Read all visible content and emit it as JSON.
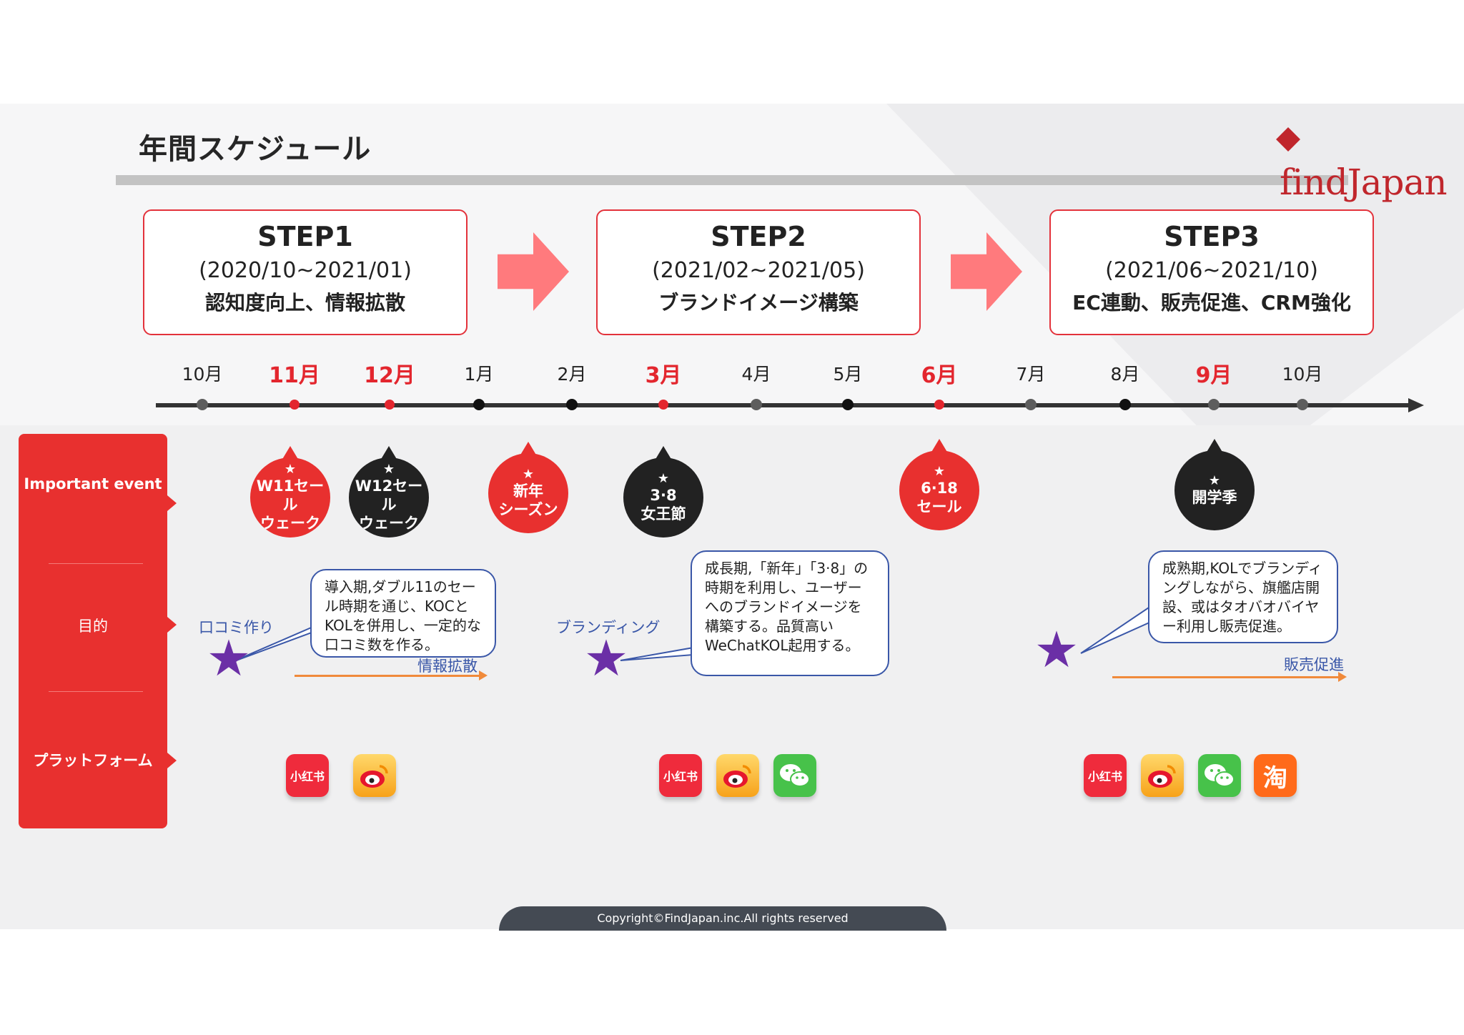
{
  "header": {
    "title": "年間スケジュール",
    "logo_text": "findJapan",
    "brand_color": "#c0262c"
  },
  "steps": [
    {
      "title": "STEP1",
      "period": "(2020/10~2021/01)",
      "subtitle": "認知度向上、情報拡散"
    },
    {
      "title": "STEP2",
      "period": "(2021/02~2021/05)",
      "subtitle": "ブランドイメージ構築"
    },
    {
      "title": "STEP3",
      "period": "(2021/06~2021/10)",
      "subtitle": "EC連動、販売促進、CRM強化"
    }
  ],
  "timeline": {
    "months": [
      {
        "label": "10月",
        "highlight": false,
        "dot": "gray"
      },
      {
        "label": "11月",
        "highlight": true,
        "dot": "red"
      },
      {
        "label": "12月",
        "highlight": true,
        "dot": "red"
      },
      {
        "label": "1月",
        "highlight": false,
        "dot": "black"
      },
      {
        "label": "2月",
        "highlight": false,
        "dot": "black"
      },
      {
        "label": "3月",
        "highlight": true,
        "dot": "red"
      },
      {
        "label": "4月",
        "highlight": false,
        "dot": "gray"
      },
      {
        "label": "5月",
        "highlight": false,
        "dot": "black"
      },
      {
        "label": "6月",
        "highlight": true,
        "dot": "red"
      },
      {
        "label": "7月",
        "highlight": false,
        "dot": "gray"
      },
      {
        "label": "8月",
        "highlight": false,
        "dot": "black"
      },
      {
        "label": "9月",
        "highlight": true,
        "dot": "gray"
      },
      {
        "label": "10月",
        "highlight": false,
        "dot": "gray"
      }
    ]
  },
  "sidebar": {
    "important_event": "Important event",
    "purpose": "目的",
    "platform": "プラットフォーム"
  },
  "events": [
    {
      "star": "★",
      "line1": "W11セール",
      "line2": "ウェーク",
      "color": "red"
    },
    {
      "star": "★",
      "line1": "W12セール",
      "line2": "ウェーク",
      "color": "black"
    },
    {
      "star": "★",
      "line1": "新年",
      "line2": "シーズン",
      "color": "red"
    },
    {
      "star": "★",
      "line1": "3·8",
      "line2": "女王節",
      "color": "black"
    },
    {
      "star": "★",
      "line1": "6·18",
      "line2": "セール",
      "color": "red"
    },
    {
      "star": "★",
      "line1": "開学季",
      "line2": "",
      "color": "black"
    }
  ],
  "purposes": [
    {
      "label": "口コミ作り",
      "callout": "導入期,ダブル11のセール時期を通じ、KOCとKOLを併用し、一定的な口コミ数を作る。",
      "goal": "情報拡散"
    },
    {
      "label": "ブランディング",
      "callout": "成長期,「新年」「3·8」の時期を利用し、ユーザーへのブランドイメージを構築する。品質高いWeChatKOL起用する。",
      "goal": ""
    },
    {
      "label": "",
      "callout": "成熟期,KOLでブランディングしながら、旗艦店開設、或はタオバオバイヤー利用し販売促進。",
      "goal": "販売促進"
    }
  ],
  "platforms": {
    "xiaohongshu": "小红书",
    "taobao": "淘"
  },
  "footer": {
    "copyright": "Copyright©FindJapan.inc.All rights reserved"
  }
}
